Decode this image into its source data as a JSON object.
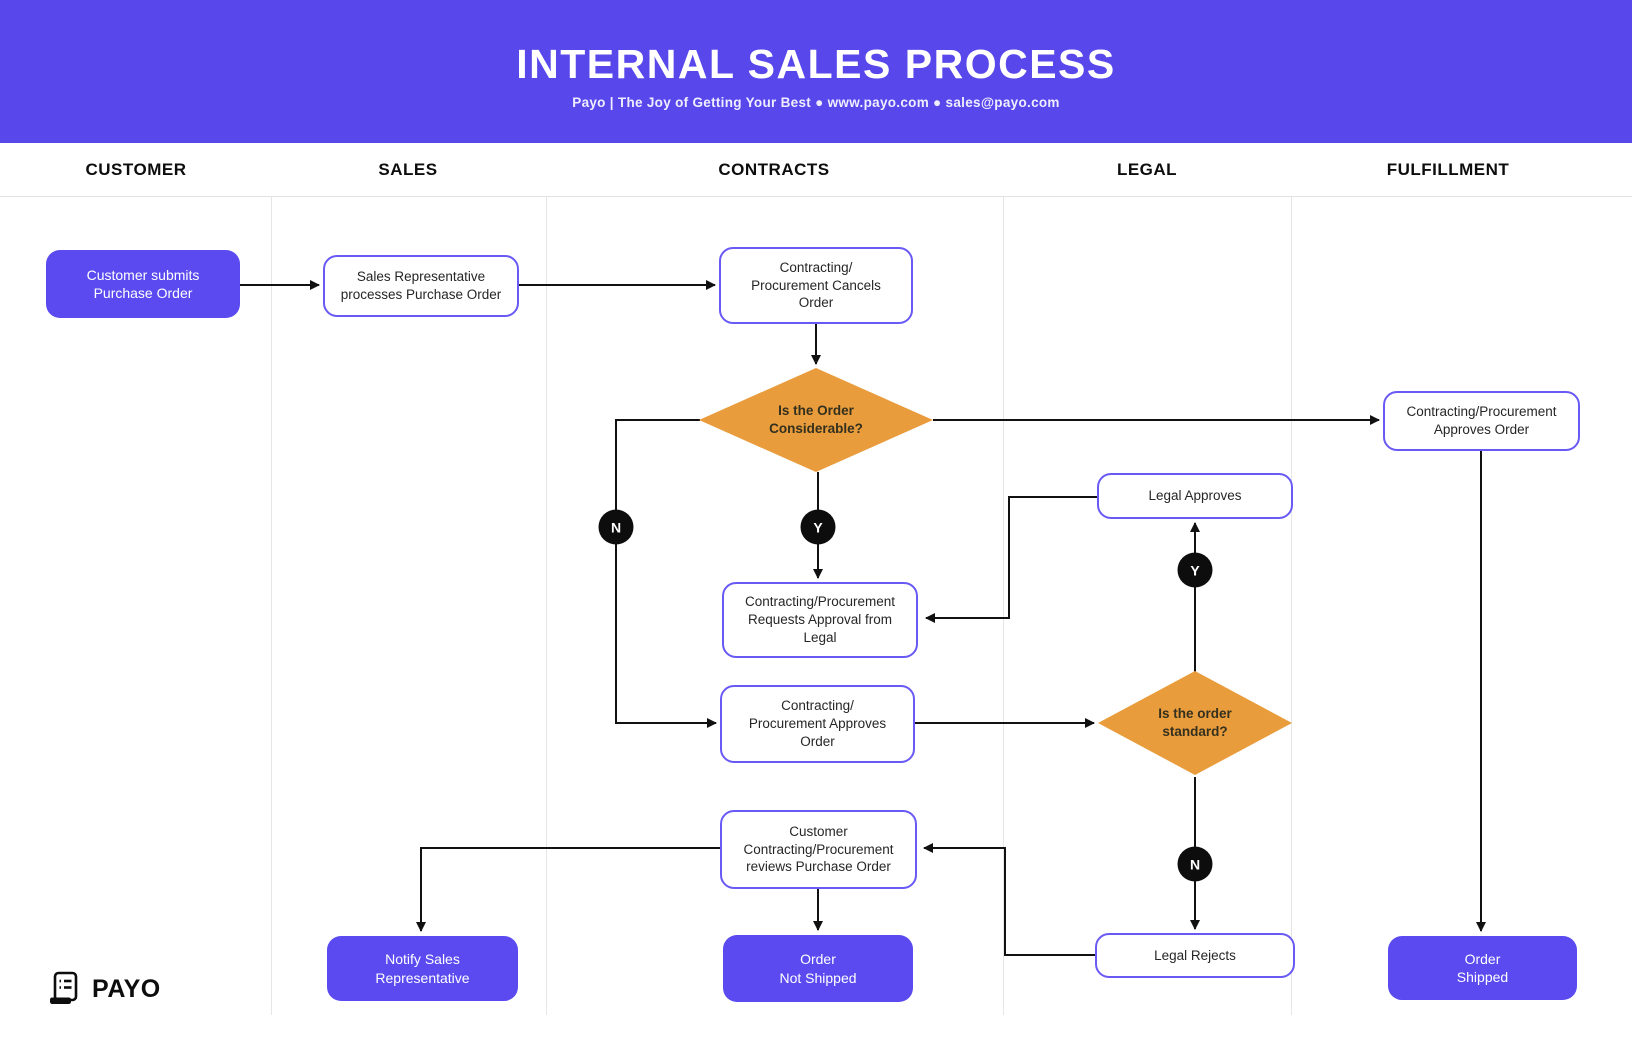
{
  "header": {
    "title": "INTERNAL SALES PROCESS",
    "subtitle": "Payo | The Joy of Getting Your Best ● www.payo.com ● sales@payo.com"
  },
  "lanes": [
    {
      "label": "CUSTOMER"
    },
    {
      "label": "SALES"
    },
    {
      "label": "CONTRACTS"
    },
    {
      "label": "LEGAL"
    },
    {
      "label": "FULFILLMENT"
    }
  ],
  "nodes": {
    "customer_submits": {
      "label": "Customer submits\nPurchase Order",
      "type": "process-filled"
    },
    "sales_processes": {
      "label": "Sales Representative\nprocesses Purchase Order",
      "type": "process"
    },
    "cancels_order": {
      "label": "Contracting/\nProcurement Cancels\nOrder",
      "type": "process"
    },
    "is_order_considerable": {
      "label": "Is the Order\nConsiderable?",
      "type": "decision"
    },
    "fulfillment_approves": {
      "label": "Contracting/Procurement\nApproves Order",
      "type": "process"
    },
    "legal_approves": {
      "label": "Legal Approves",
      "type": "process"
    },
    "requests_legal_approval": {
      "label": "Contracting/Procurement\nRequests Approval from\nLegal",
      "type": "process"
    },
    "contracts_approves": {
      "label": "Contracting/\nProcurement Approves\nOrder",
      "type": "process"
    },
    "is_order_standard": {
      "label": "Is the order\nstandard?",
      "type": "decision"
    },
    "reviews_purchase_order": {
      "label": "Customer\nContracting/Procurement\nreviews Purchase Order",
      "type": "process"
    },
    "notify_sales_rep": {
      "label": "Notify Sales\nRepresentative",
      "type": "process-filled"
    },
    "order_not_shipped": {
      "label": "Order\nNot Shipped",
      "type": "process-filled"
    },
    "legal_rejects": {
      "label": "Legal Rejects",
      "type": "process"
    },
    "order_shipped": {
      "label": "Order\nShipped",
      "type": "process-filled"
    }
  },
  "badges": {
    "considerable_no": {
      "label": "N"
    },
    "considerable_yes": {
      "label": "Y"
    },
    "standard_yes": {
      "label": "Y"
    },
    "standard_no": {
      "label": "N"
    }
  },
  "footer": {
    "brand": "PAYO"
  },
  "colors": {
    "header_purple": "#5847EB",
    "node_fill_purple": "#5A4AEF",
    "node_border_purple": "#6A5AF5",
    "decision_orange": "#E99C3B",
    "badge_black": "#0D0D0D",
    "edge_black": "#111111"
  }
}
